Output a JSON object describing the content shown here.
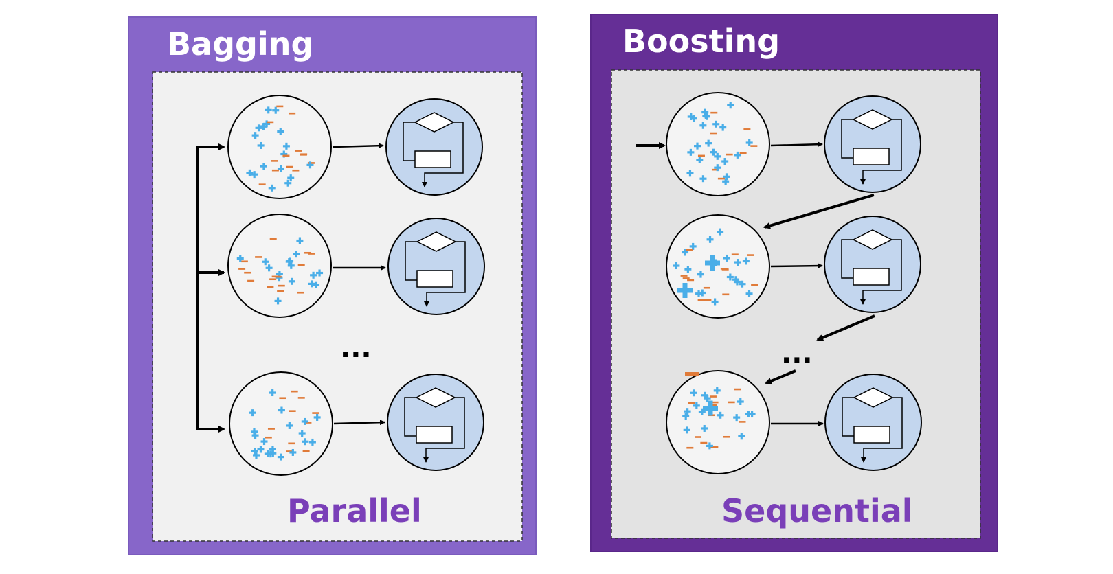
{
  "colors": {
    "bagging_frame": "#8766c9",
    "boosting_frame": "#652f96",
    "bagging_inner": "#f1f1f1",
    "boosting_inner": "#e3e3e3",
    "caption_text": "#7a3fb8",
    "data_disc": "#f4f4f4",
    "model_disc": "#c3d6ee",
    "plus_mark": "#4aaee8",
    "minus_mark": "#e07b39",
    "arrow": "#000000"
  },
  "icons": {
    "data_sample": "circle-of-plus-and-minus-points",
    "model": "flowchart-with-diamond-and-box",
    "flow": "arrow"
  },
  "bagging": {
    "title": "Bagging",
    "caption": "Parallel",
    "ellipsis": "..."
  },
  "boosting": {
    "title": "Boosting",
    "caption": "Sequential",
    "ellipsis": "..."
  }
}
